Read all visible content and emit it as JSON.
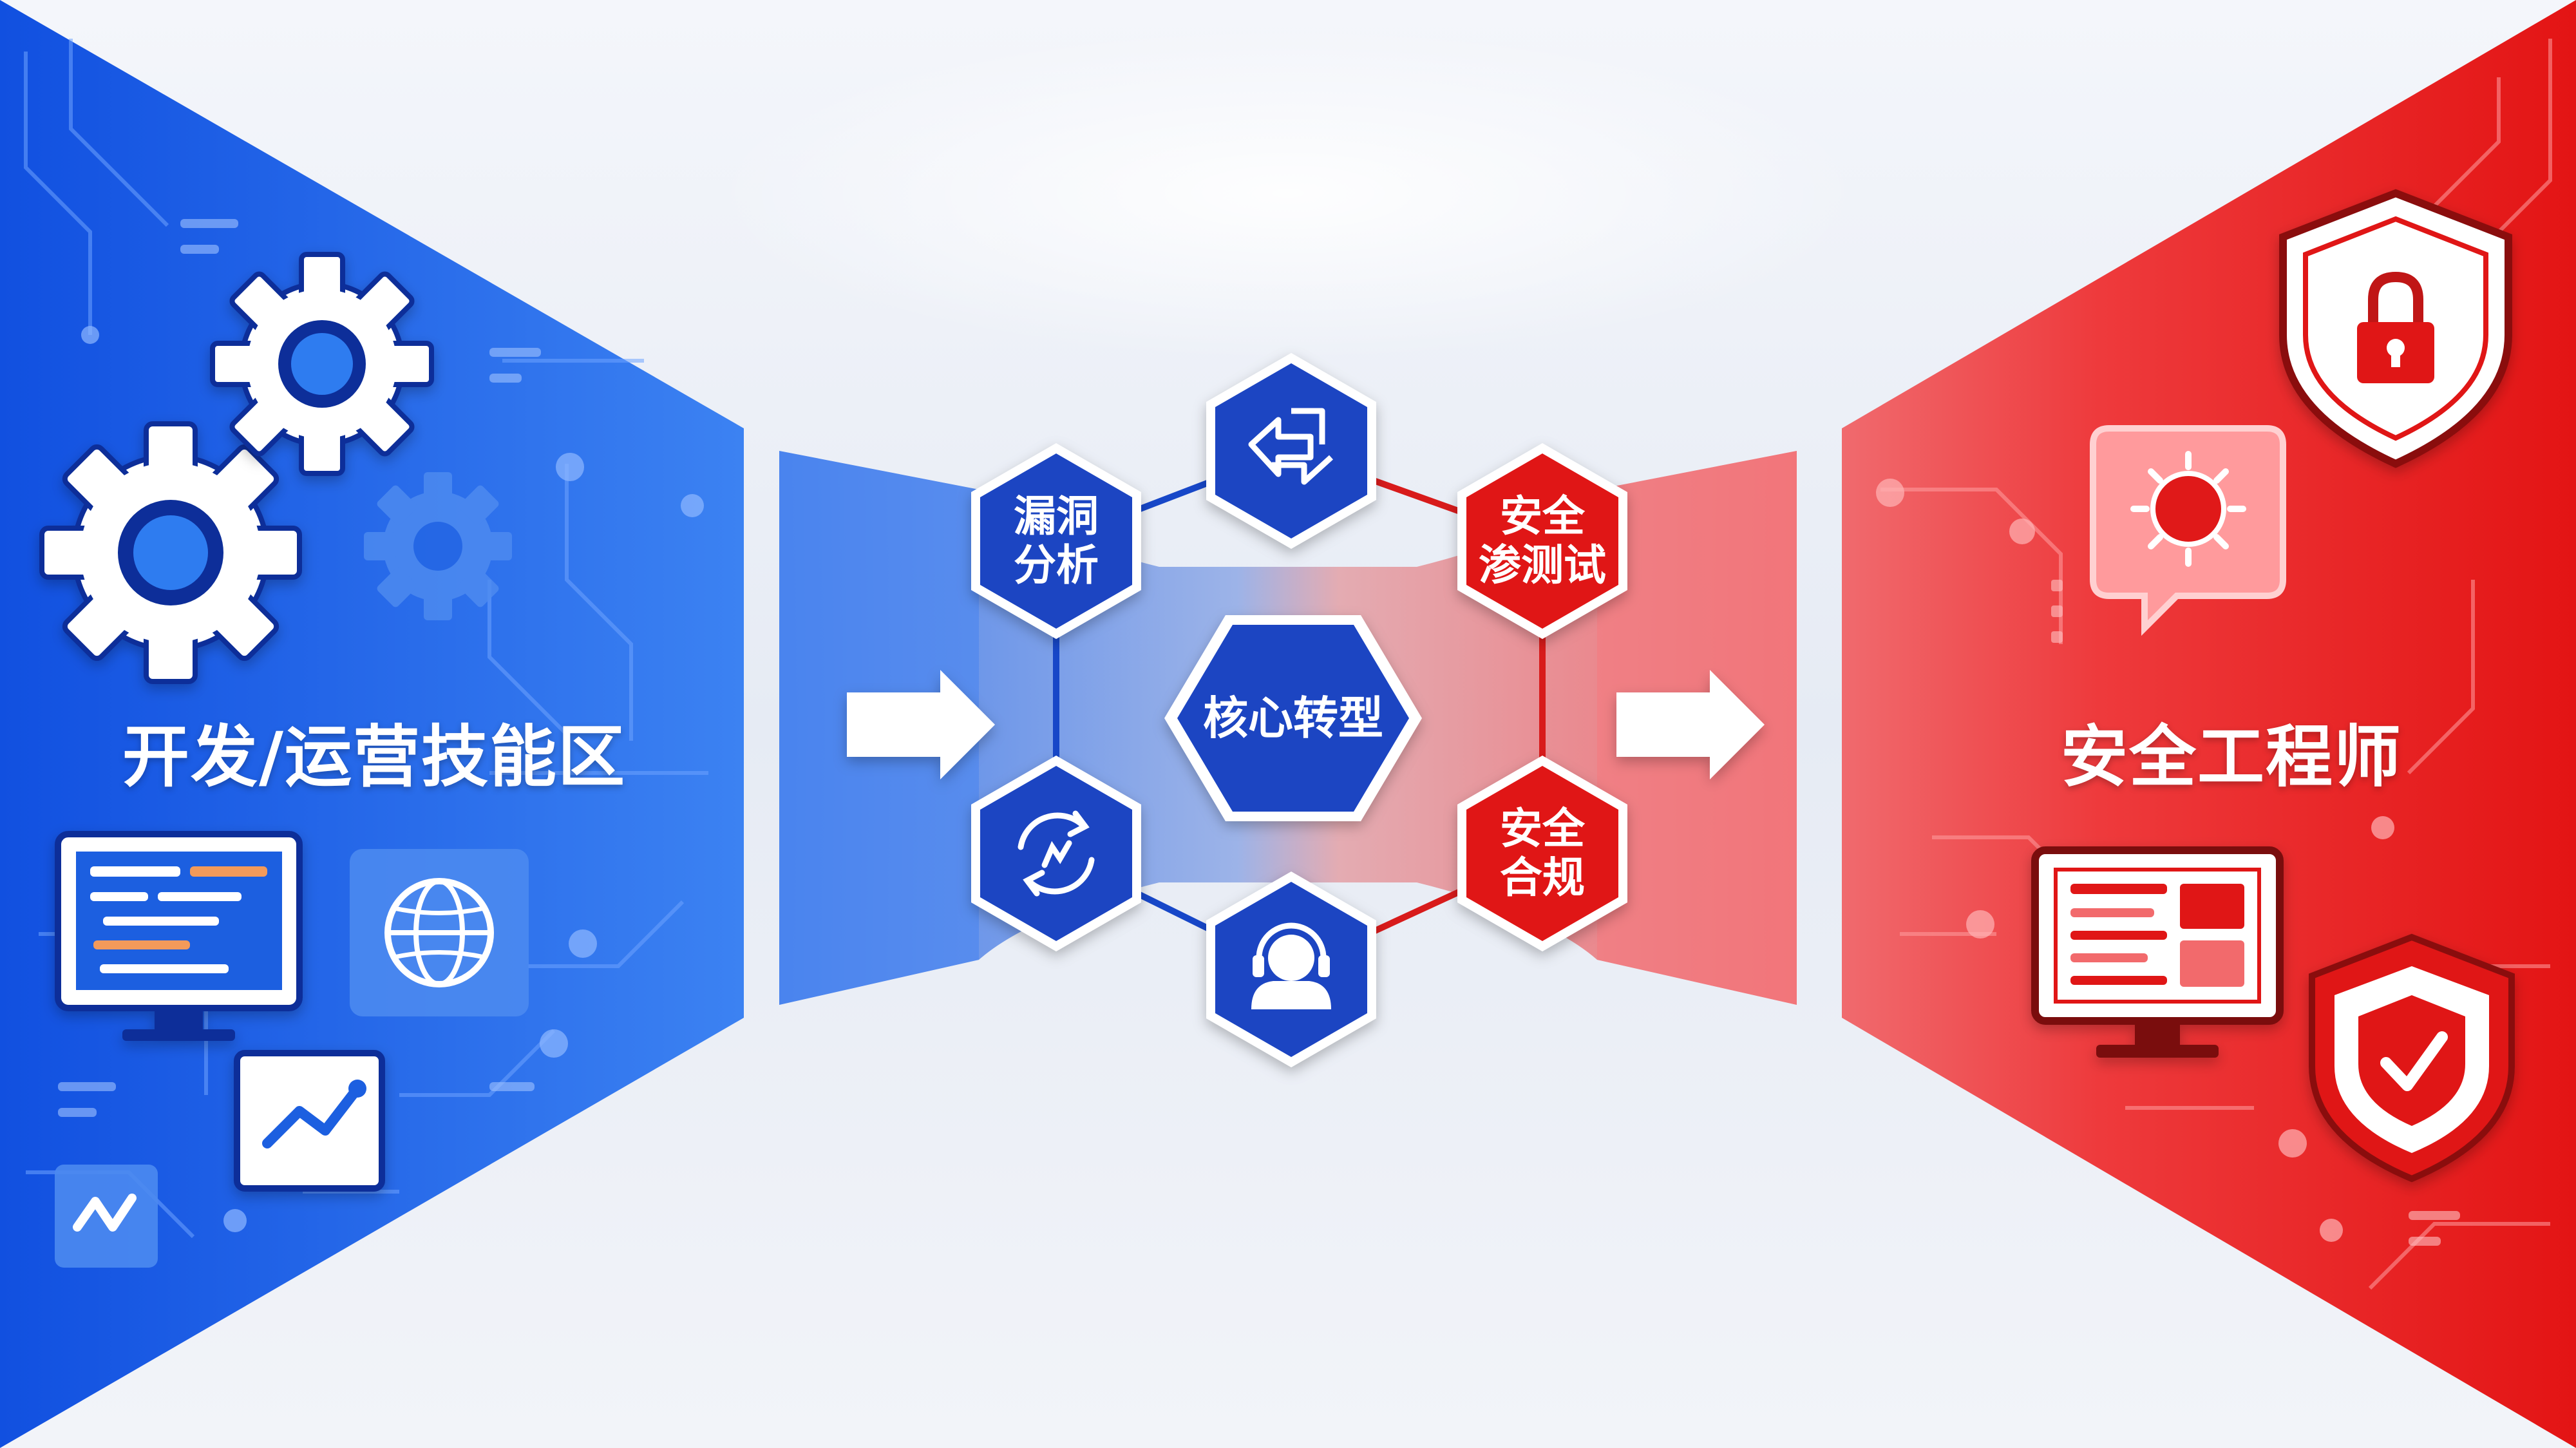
{
  "left_panel": {
    "title": "开发/运营技能区"
  },
  "right_panel": {
    "title": "安全工程师"
  },
  "center": {
    "core_label": "核心转型",
    "nodes": [
      {
        "id": "vuln",
        "line1": "漏洞",
        "line2": "分析"
      },
      {
        "id": "pentest",
        "line1": "安全",
        "line2": "渗测试"
      },
      {
        "id": "compliance",
        "line1": "安全",
        "line2": "合规"
      }
    ]
  },
  "colors": {
    "blue": "#1f5fe0",
    "blue_dark": "#0e3fb8",
    "red": "#e81e1e",
    "red_dark": "#b30f12",
    "white": "#ffffff"
  },
  "icons": {
    "left": [
      "gear-icon",
      "gear-icon",
      "gear-icon",
      "code-monitor-icon",
      "globe-icon",
      "trend-chart-icon",
      "activity-icon"
    ],
    "center": [
      "code-transfer-icon",
      "sync-icon",
      "support-agent-icon"
    ],
    "right": [
      "shield-lock-icon",
      "warning-bug-icon",
      "dashboard-monitor-icon",
      "shield-check-icon"
    ]
  }
}
